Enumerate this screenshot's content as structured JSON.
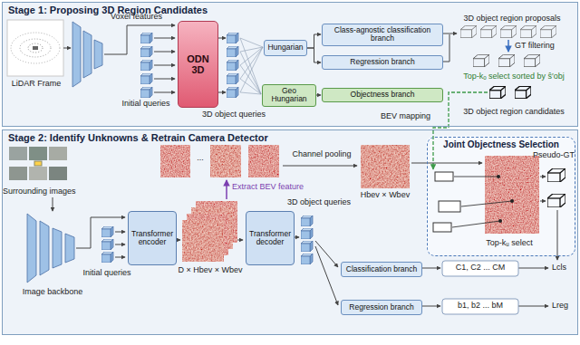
{
  "diagram": {
    "nodes": [
      {
        "text": [
          "Stage 1: Proposing 3D Region Candidates"
        ]
      },
      {
        "text": [
          "ODN 3D"
        ],
        "in": 0
      },
      {
        "text": [
          "Hungarian"
        ],
        "in": 0
      },
      {
        "text": [
          "Geo Hungarian"
        ],
        "in": 0
      },
      {
        "text": [
          "Class-agnostic classification branch"
        ],
        "in": 0
      },
      {
        "text": [
          "Regression branch"
        ],
        "in": 0
      },
      {
        "text": [
          "Objectness branch"
        ],
        "in": 0
      },
      {
        "text": [
          "Stage 2: Identify Unknowns & Retrain Camera Detector"
        ]
      },
      {
        "text": [
          "Transformer encoder"
        ],
        "in": 7
      },
      {
        "text": [
          "Transformer decoder"
        ],
        "in": 7
      },
      {
        "text": [
          "Joint Objectness Selection"
        ],
        "in": 7
      },
      {
        "text": [
          "Classification branch"
        ],
        "in": 7
      },
      {
        "text": [
          "Regression branch"
        ],
        "in": 7
      }
    ],
    "edges": [
      {
        "from": 2,
        "to": 4,
        "arrow": "to"
      },
      {
        "from": 2,
        "to": 5,
        "arrow": "to"
      },
      {
        "from": 3,
        "to": 6,
        "arrow": "to"
      }
    ],
    "labels": [
      "LiDAR Frame",
      "Voxel features",
      "Initial queries",
      "3D object queries",
      "3D object region proposals",
      "GT filtering",
      "Top-kₒ select sorted by ŝ′obj",
      "3D object region candidates",
      "BEV mapping",
      "Surrounding images",
      "Image backbone",
      "Initial queries",
      "Extract BEV feature",
      "...",
      "Channel pooling",
      "Hbev × Wbev",
      "D × Hbev × Wbev",
      "3D object queries",
      "Pseudo-GT",
      "Top-kᵤ select",
      "C1, C2 ... CM",
      "b1, b2 ... bM",
      "Lcls",
      "Lreg"
    ]
  }
}
